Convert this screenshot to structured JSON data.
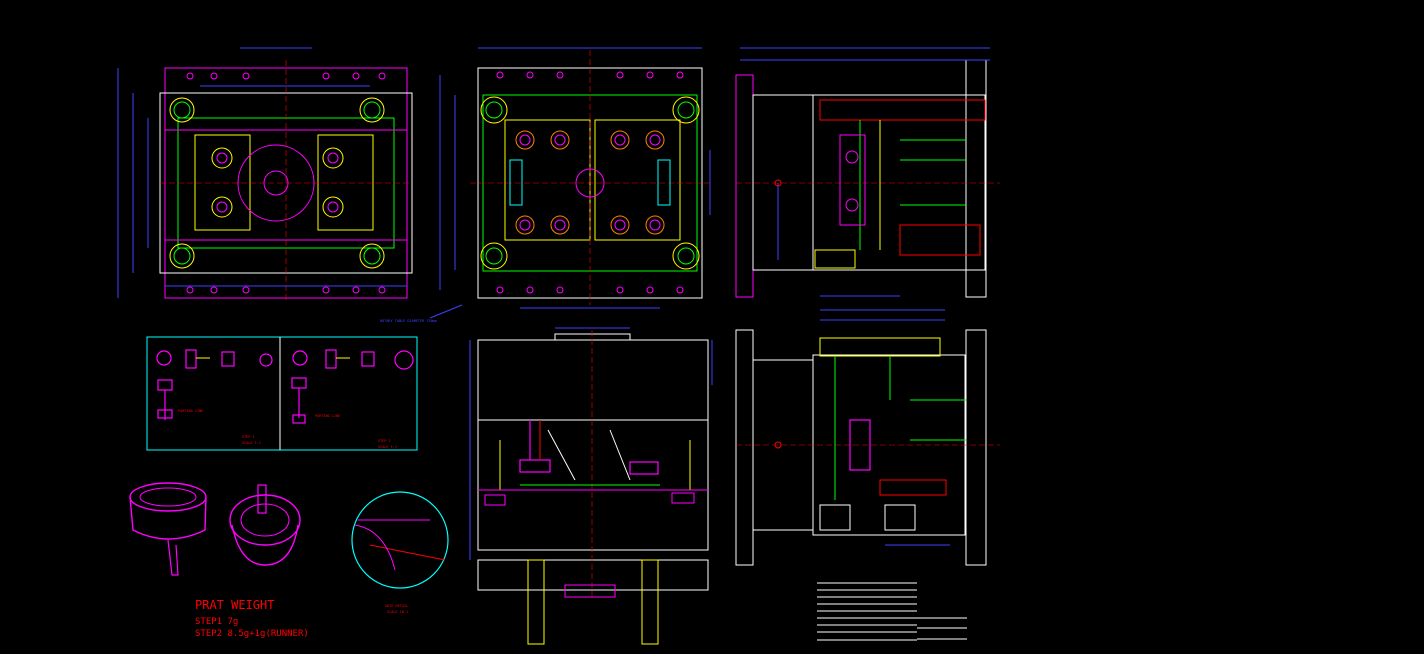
{
  "drawing": {
    "background": "#000000",
    "colors": {
      "magenta": "#ff00ff",
      "yellow": "#ffff00",
      "green": "#00ff00",
      "cyan": "#00ffff",
      "red": "#ff0000",
      "white": "#ffffff",
      "blue": "#4040ff",
      "orange": "#ff8000",
      "gray": "#c0c0c0"
    },
    "labels": {
      "rotary_table": "ROTARY TABLE DIAMETER 750mm",
      "step1_caption": "STEP 1",
      "step1_scale": "SCALE 1:1",
      "step2_caption": "STEP 2",
      "step2_scale": "SCALE 1:1",
      "gate_detail": "GATE DETAIL",
      "gate_scale": "SCALE 10:1",
      "parting_line_1": "PARTING LINE",
      "parting_line_2": "PARTING LINE"
    },
    "part_weight": {
      "title": "PRAT WEIGHT",
      "step1": "STEP1   7g",
      "step2": "STEP2   8.5g+1g(RUNNER)"
    }
  }
}
